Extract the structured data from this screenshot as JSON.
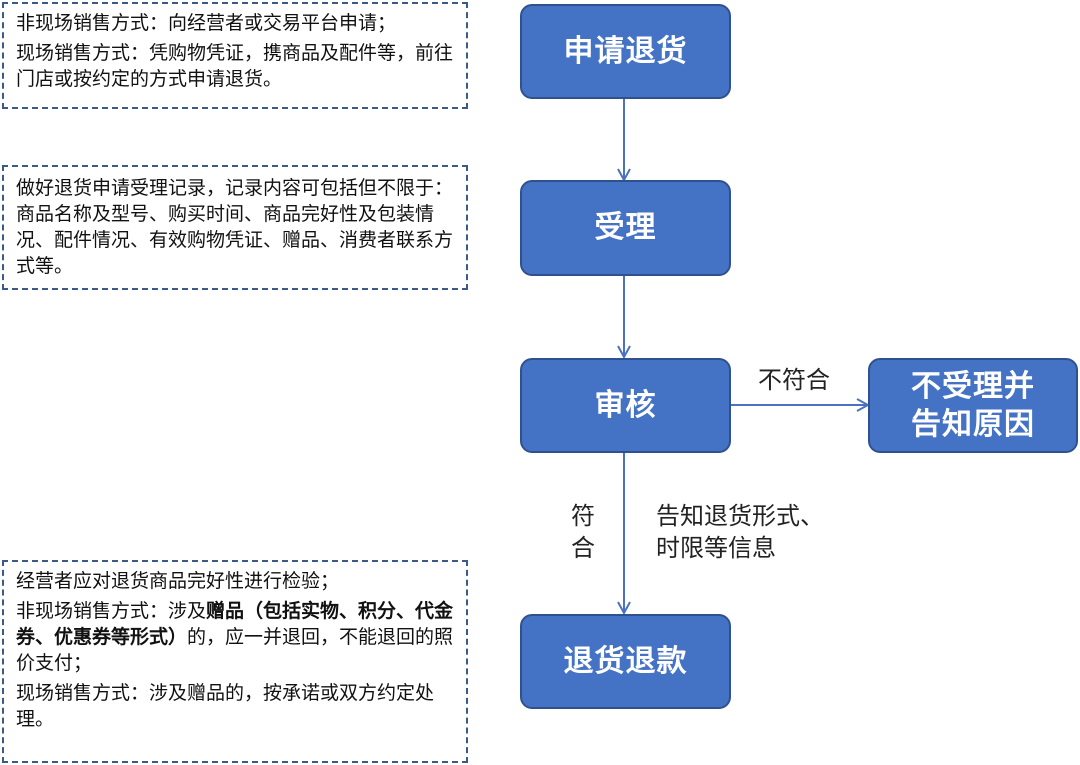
{
  "notes": {
    "apply": {
      "line1": "非现场销售方式：向经营者或交易平台申请；",
      "line2": "现场销售方式：凭购物凭证，携商品及配件等，前往门店或按约定的方式申请退货。"
    },
    "accept": {
      "line1": "做好退货申请受理记录，记录内容可包括但不限于：商品名称及型号、购买时间、商品完好性及包装情况、配件情况、有效购物凭证、赠品、消费者联系方式等。"
    },
    "inspect": {
      "line1": "经营者应对退货商品完好性进行检验；",
      "line2_prefix": "非现场销售方式：涉及",
      "line2_bold": "赠品（包括实物、积分、代金券、优惠券等形式）",
      "line2_suffix": "的，应一并退回，不能退回的照价支付；",
      "line3": "现场销售方式：涉及赠品的，按承诺或双方约定处理。"
    }
  },
  "flow": {
    "apply": "申请退货",
    "accept": "受理",
    "review": "审核",
    "reject_line1": "不受理并",
    "reject_line2": "告知原因",
    "refund": "退货退款"
  },
  "labels": {
    "not_match": "不符合",
    "match_1": "符",
    "match_2": "合",
    "inform_1": "告知退货形式、",
    "inform_2": "时限等信息"
  },
  "colors": {
    "box_fill": "#4472c4",
    "box_border": "#2f528f",
    "arrow": "#4a72c0",
    "note_border": "#3b5a86"
  }
}
